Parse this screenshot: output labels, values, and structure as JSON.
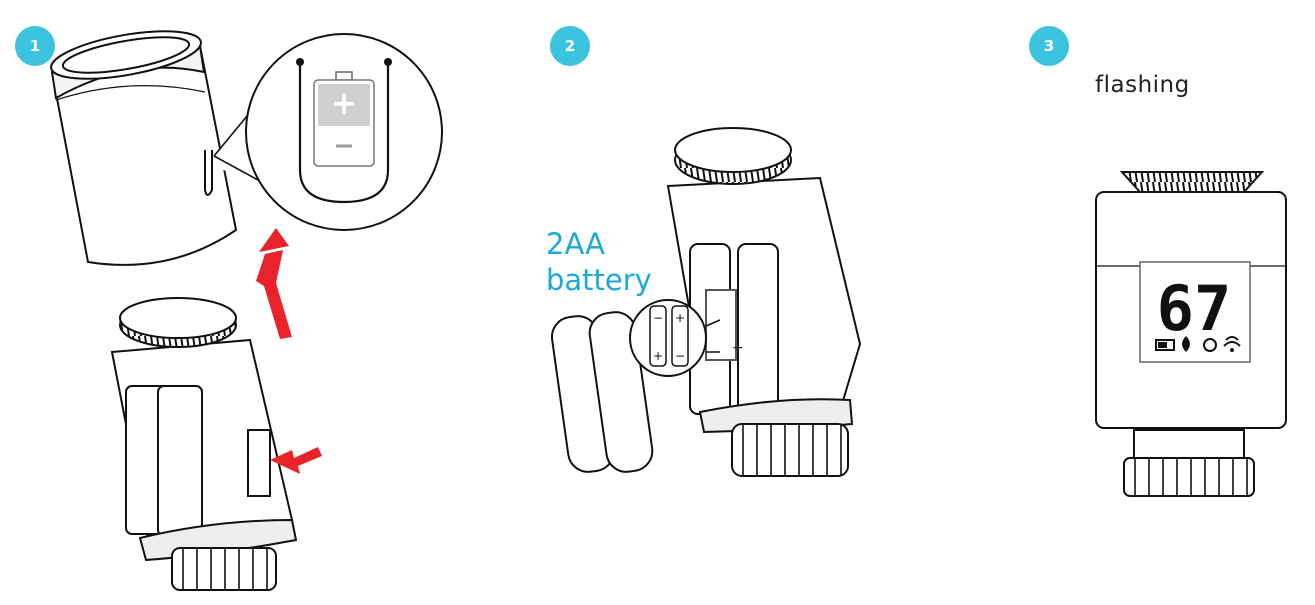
{
  "steps": [
    {
      "number": "1"
    },
    {
      "number": "2",
      "battery_label_1": "2AA",
      "battery_label_2": "battery"
    },
    {
      "number": "3",
      "status_label": "flashing",
      "display_digits": "67"
    }
  ],
  "colors": {
    "accent": "#3cc3e0",
    "arrow": "#e8242a",
    "battery_text": "#1ba9d6"
  }
}
